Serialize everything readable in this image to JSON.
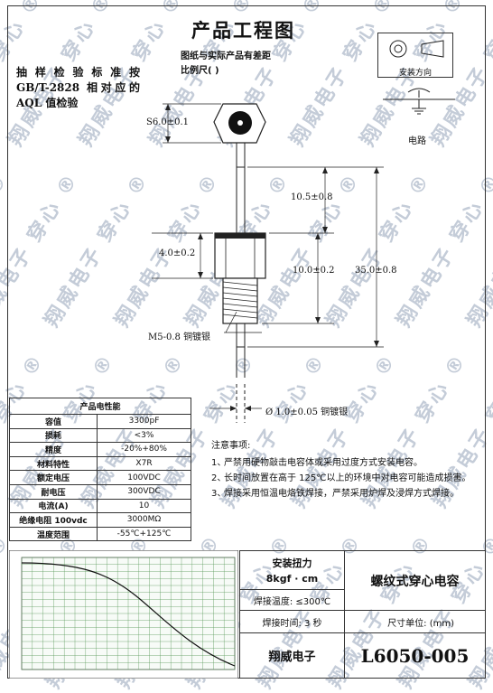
{
  "header": {
    "title": "产品工程图",
    "note": "图纸与实际产品有差距",
    "scale": "比例尺(        )"
  },
  "aql_note": [
    "抽样检验标准按",
    "GB/T-2828 相对应的",
    "AQL 值检验"
  ],
  "mount": {
    "label": "安装方向"
  },
  "circuit": {
    "label": "电路"
  },
  "dimensions": {
    "hex": "S6.0±0.1",
    "lead_top": "10.5±0.8",
    "nut_h": "4.0±0.2",
    "body": "10.0±0.2",
    "overall": "35.0±0.8",
    "thread": "M5-0.8 铜镀银",
    "lead_dia": "Ø 1.0±0.05 铜镀银"
  },
  "notes": {
    "heading": "注意事项:",
    "items": [
      {
        "num": "1、",
        "text": "严禁用硬物敲击电容体或采用过度方式安装电容。"
      },
      {
        "num": "2、",
        "text": "长时间放置在高于 125℃以上的环境中对电容可能造成损害。"
      },
      {
        "num": "3、",
        "text": "焊接采用恒温电烙铁焊接，严禁采用炉焊及浸焊方式焊接。"
      }
    ]
  },
  "performance": {
    "title": "产品电性能",
    "rows": [
      {
        "k": "容值",
        "v": "3300pF"
      },
      {
        "k": "损耗",
        "v": "<3%"
      },
      {
        "k": "精度",
        "v": "-20%+80%"
      },
      {
        "k": "材料特性",
        "v": "X7R"
      },
      {
        "k": "额定电压",
        "v": "100VDC"
      },
      {
        "k": "耐电压",
        "v": "300VDC"
      },
      {
        "k": "电流(A)",
        "v": "10"
      },
      {
        "k": "绝缘电阻 100vdc",
        "v": "3000MΩ"
      },
      {
        "k": "温度范围",
        "v": "-55℃+125℃"
      }
    ]
  },
  "title_block": {
    "torque_label": "安装扭力",
    "torque_value": "8kgf · cm",
    "weld_temp": "焊接温度: ≤300℃",
    "weld_time": "焊接时间: 3 秒",
    "product_name": "螺纹式穿心电容",
    "unit": "尺寸单位: (mm)",
    "company": "翔威电子",
    "part_no": "L6050-005"
  },
  "watermark": "翔威电子 穿心 ®",
  "colors": {
    "line": "#222222",
    "watermark": "#c4ccd8",
    "grid_green": "#5a9a5a"
  }
}
